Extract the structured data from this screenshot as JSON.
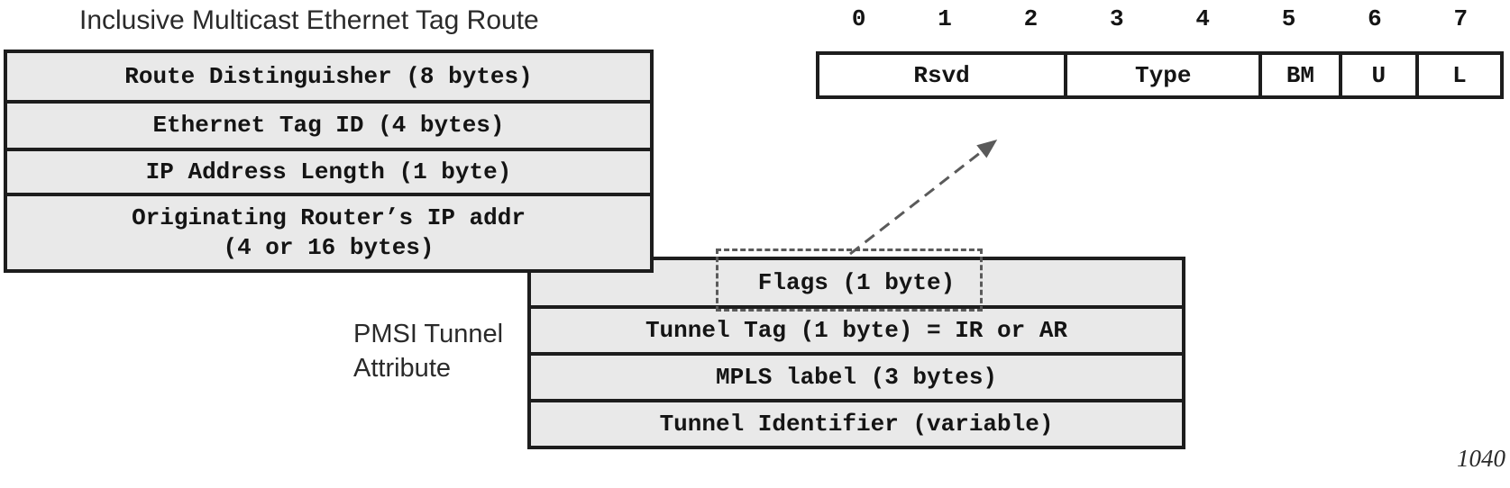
{
  "figure_number": "1040",
  "colors": {
    "row_fill": "#e9e9e9",
    "line": "#1d1d1d",
    "dashed_gray": "#5a5a5a",
    "bitfield_fill": "#ffffff"
  },
  "imet_route": {
    "title": "Inclusive Multicast Ethernet Tag Route",
    "rows": [
      {
        "text": "Route Distinguisher (8 bytes)"
      },
      {
        "text": "Ethernet Tag ID (4 bytes)"
      },
      {
        "text": "IP Address Length (1 byte)"
      },
      {
        "line1": "Originating Router’s IP addr",
        "line2": "(4 or 16 bytes)"
      }
    ]
  },
  "pmsi_attribute": {
    "label_line1": "PMSI Tunnel",
    "label_line2": "Attribute",
    "rows": [
      "Flags (1 byte)",
      "Tunnel Tag (1 byte) = IR or AR",
      "MPLS label (3 bytes)",
      "Tunnel Identifier (variable)"
    ]
  },
  "flags_detail": {
    "bit_numbers": [
      "0",
      "1",
      "2",
      "3",
      "4",
      "5",
      "6",
      "7"
    ],
    "fields": [
      {
        "label": "Rsvd",
        "bits": "0-2"
      },
      {
        "label": "Type",
        "bits": "3-4"
      },
      {
        "label": "BM",
        "bits": "5"
      },
      {
        "label": "U",
        "bits": "6"
      },
      {
        "label": "L",
        "bits": "7"
      }
    ]
  }
}
